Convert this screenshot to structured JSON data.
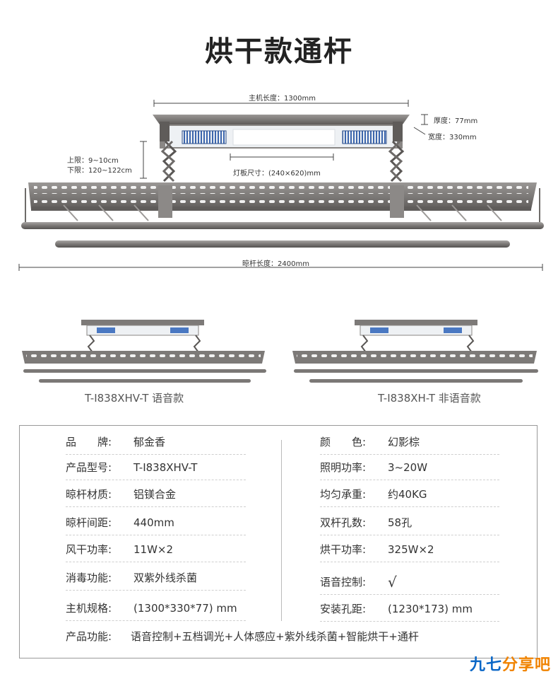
{
  "title": "烘干款通杆",
  "dimensions": {
    "host_length": "主机长度：1300mm",
    "thickness": "厚度：77mm",
    "width": "宽度：330mm",
    "upper_limit": "上限：9~10cm",
    "lower_limit": "下限：120~122cm",
    "lamp_size": "灯板尺寸：(240×620)mm",
    "rod_length": "晾杆长度：2400mm"
  },
  "models": [
    {
      "caption": "T-I838XHV-T 语音款"
    },
    {
      "caption": "T-I838XH-T 非语音款"
    }
  ],
  "specs": {
    "left": [
      {
        "key": "品　　牌:",
        "value": "郁金香"
      },
      {
        "key": "产品型号:",
        "value": "T-I838XHV-T"
      },
      {
        "key": "晾杆材质:",
        "value": "铝镁合金"
      },
      {
        "key": "晾杆间距:",
        "value": "440mm"
      },
      {
        "key": "风干功率:",
        "value": "11W×2"
      },
      {
        "key": "消毒功能:",
        "value": "双紫外线杀菌"
      },
      {
        "key": "主机规格:",
        "value": "(1300*330*77) mm"
      }
    ],
    "right": [
      {
        "key": "颜　　色:",
        "value": "幻影棕"
      },
      {
        "key": "照明功率:",
        "value": "3~20W"
      },
      {
        "key": "均匀承重:",
        "value": "约40KG"
      },
      {
        "key": "双杆孔数:",
        "value": "58孔"
      },
      {
        "key": "烘干功率:",
        "value": "325W×2"
      },
      {
        "key": "语音控制:",
        "value": "√"
      },
      {
        "key": "安装孔距:",
        "value": "(1230*173) mm"
      }
    ],
    "function": {
      "key": "产品功能:",
      "value": "语音控制+五档调光+人体感应+紫外线杀菌+智能烘干+通杆"
    }
  },
  "watermark": {
    "part1": "九七",
    "part2": "分享吧"
  },
  "colors": {
    "frame": "#7d7a78",
    "frame_dark": "#5f5c5a",
    "lamp": "#e8ecf0",
    "dryer": "#4a78c2",
    "watermark": "#0a67c7"
  }
}
